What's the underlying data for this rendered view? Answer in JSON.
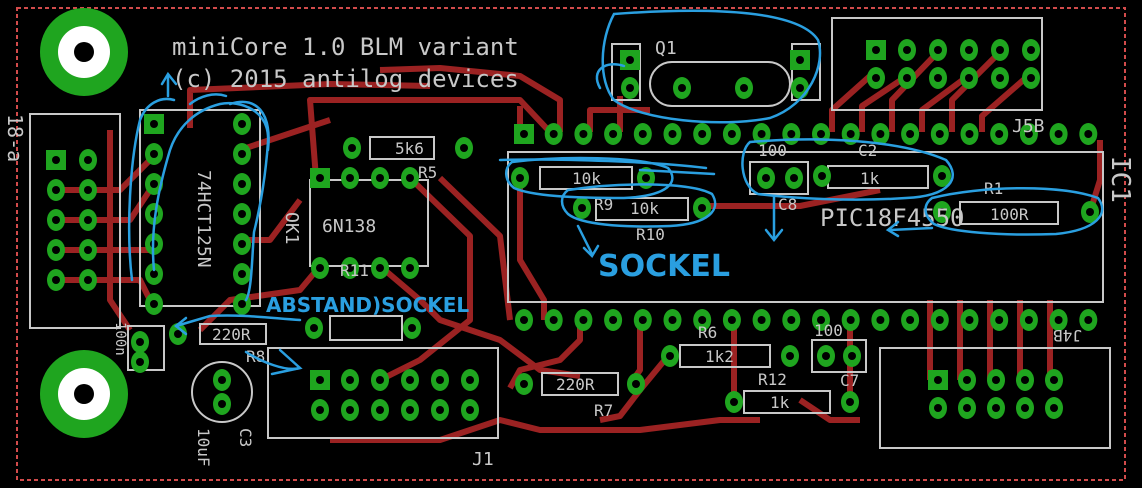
{
  "title_line1": "miniCore 1.0 BLM variant",
  "title_line2": "(c) 2015 antilog devices",
  "labels": {
    "q1": "Q1",
    "j5b": "J5B",
    "ic1": "IC1",
    "j1": "J1",
    "j4b": "J4B",
    "j8": "18-a",
    "r1": "R1",
    "r5": "R5",
    "r6": "R6",
    "r7": "R7",
    "r8": "R8",
    "r9": "R9",
    "r10": "R10",
    "r11": "R11",
    "r12": "R12",
    "c2": "C2",
    "c3": "C3",
    "c7": "C7",
    "c8": "C8",
    "ok1": "OK1",
    "ic_74hct": "74HCT125N",
    "opto": "6N138",
    "pic": "PIC18F4550",
    "cap_10uf": "10uF",
    "val_5k6": "5k6",
    "val_10k_a": "10k",
    "val_10k_b": "10k",
    "val_1k_a": "1k",
    "val_1k_b": "1k2",
    "val_1k_c": "1k",
    "val_100r": "100R",
    "val_220r_a": "220R",
    "val_220r_b": "220R",
    "val_100n": "100n",
    "c_100_a": "100",
    "c_100_b": "100"
  },
  "annotations": {
    "sockel": "SOCKEL",
    "abstand_sockel": "ABSTAND)SOCKEL"
  },
  "colors": {
    "background": "#000000",
    "pad": "#1fa51f",
    "trace": "#9b2222",
    "silk": "#c8c8c8",
    "annotation": "#2a9fe0",
    "outline": "#d24b4b"
  }
}
